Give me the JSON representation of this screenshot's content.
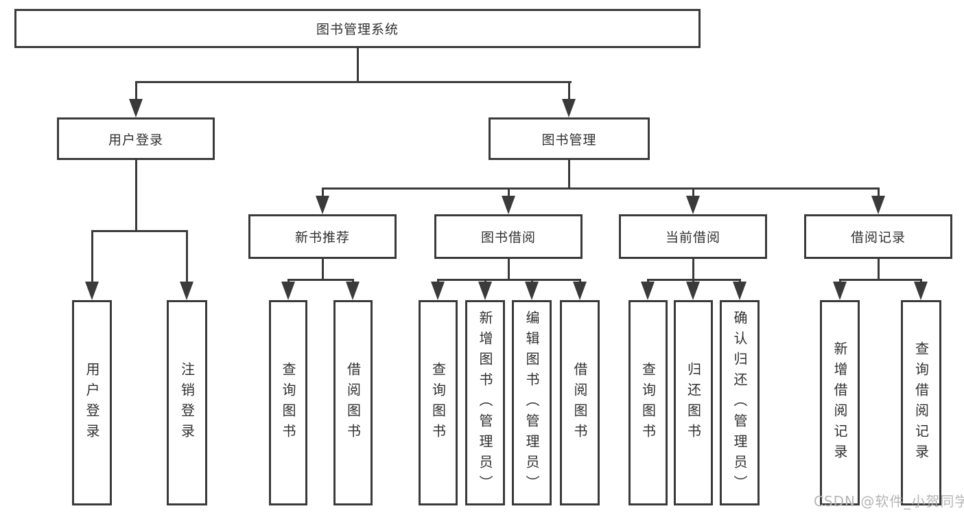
{
  "tree": {
    "root": {
      "label": "图书管理系统"
    },
    "children": [
      {
        "label": "用户登录",
        "children": [
          {
            "label": "用户登录"
          },
          {
            "label": "注销登录"
          }
        ]
      },
      {
        "label": "图书管理",
        "children": [
          {
            "label": "新书推荐",
            "children": [
              {
                "label": "查询图书"
              },
              {
                "label": "借阅图书"
              }
            ]
          },
          {
            "label": "图书借阅",
            "children": [
              {
                "label": "查询图书"
              },
              {
                "label": "新增图书（管理员）"
              },
              {
                "label": "编辑图书（管理员）"
              },
              {
                "label": "借阅图书"
              }
            ]
          },
          {
            "label": "当前借阅",
            "children": [
              {
                "label": "查询图书"
              },
              {
                "label": "归还图书"
              },
              {
                "label": "确认归还（管理员）"
              }
            ]
          },
          {
            "label": "借阅记录",
            "children": [
              {
                "label": "新增借阅记录"
              },
              {
                "label": "查询借阅记录"
              }
            ]
          }
        ]
      }
    ]
  },
  "watermark": {
    "text": "CSDN @软件_小贺同学"
  },
  "colors": {
    "line": "#3a3a3a",
    "text": "#303030",
    "box_fill": "#ffffff",
    "background": "#ffffff",
    "watermark": "#b5b5b5"
  }
}
